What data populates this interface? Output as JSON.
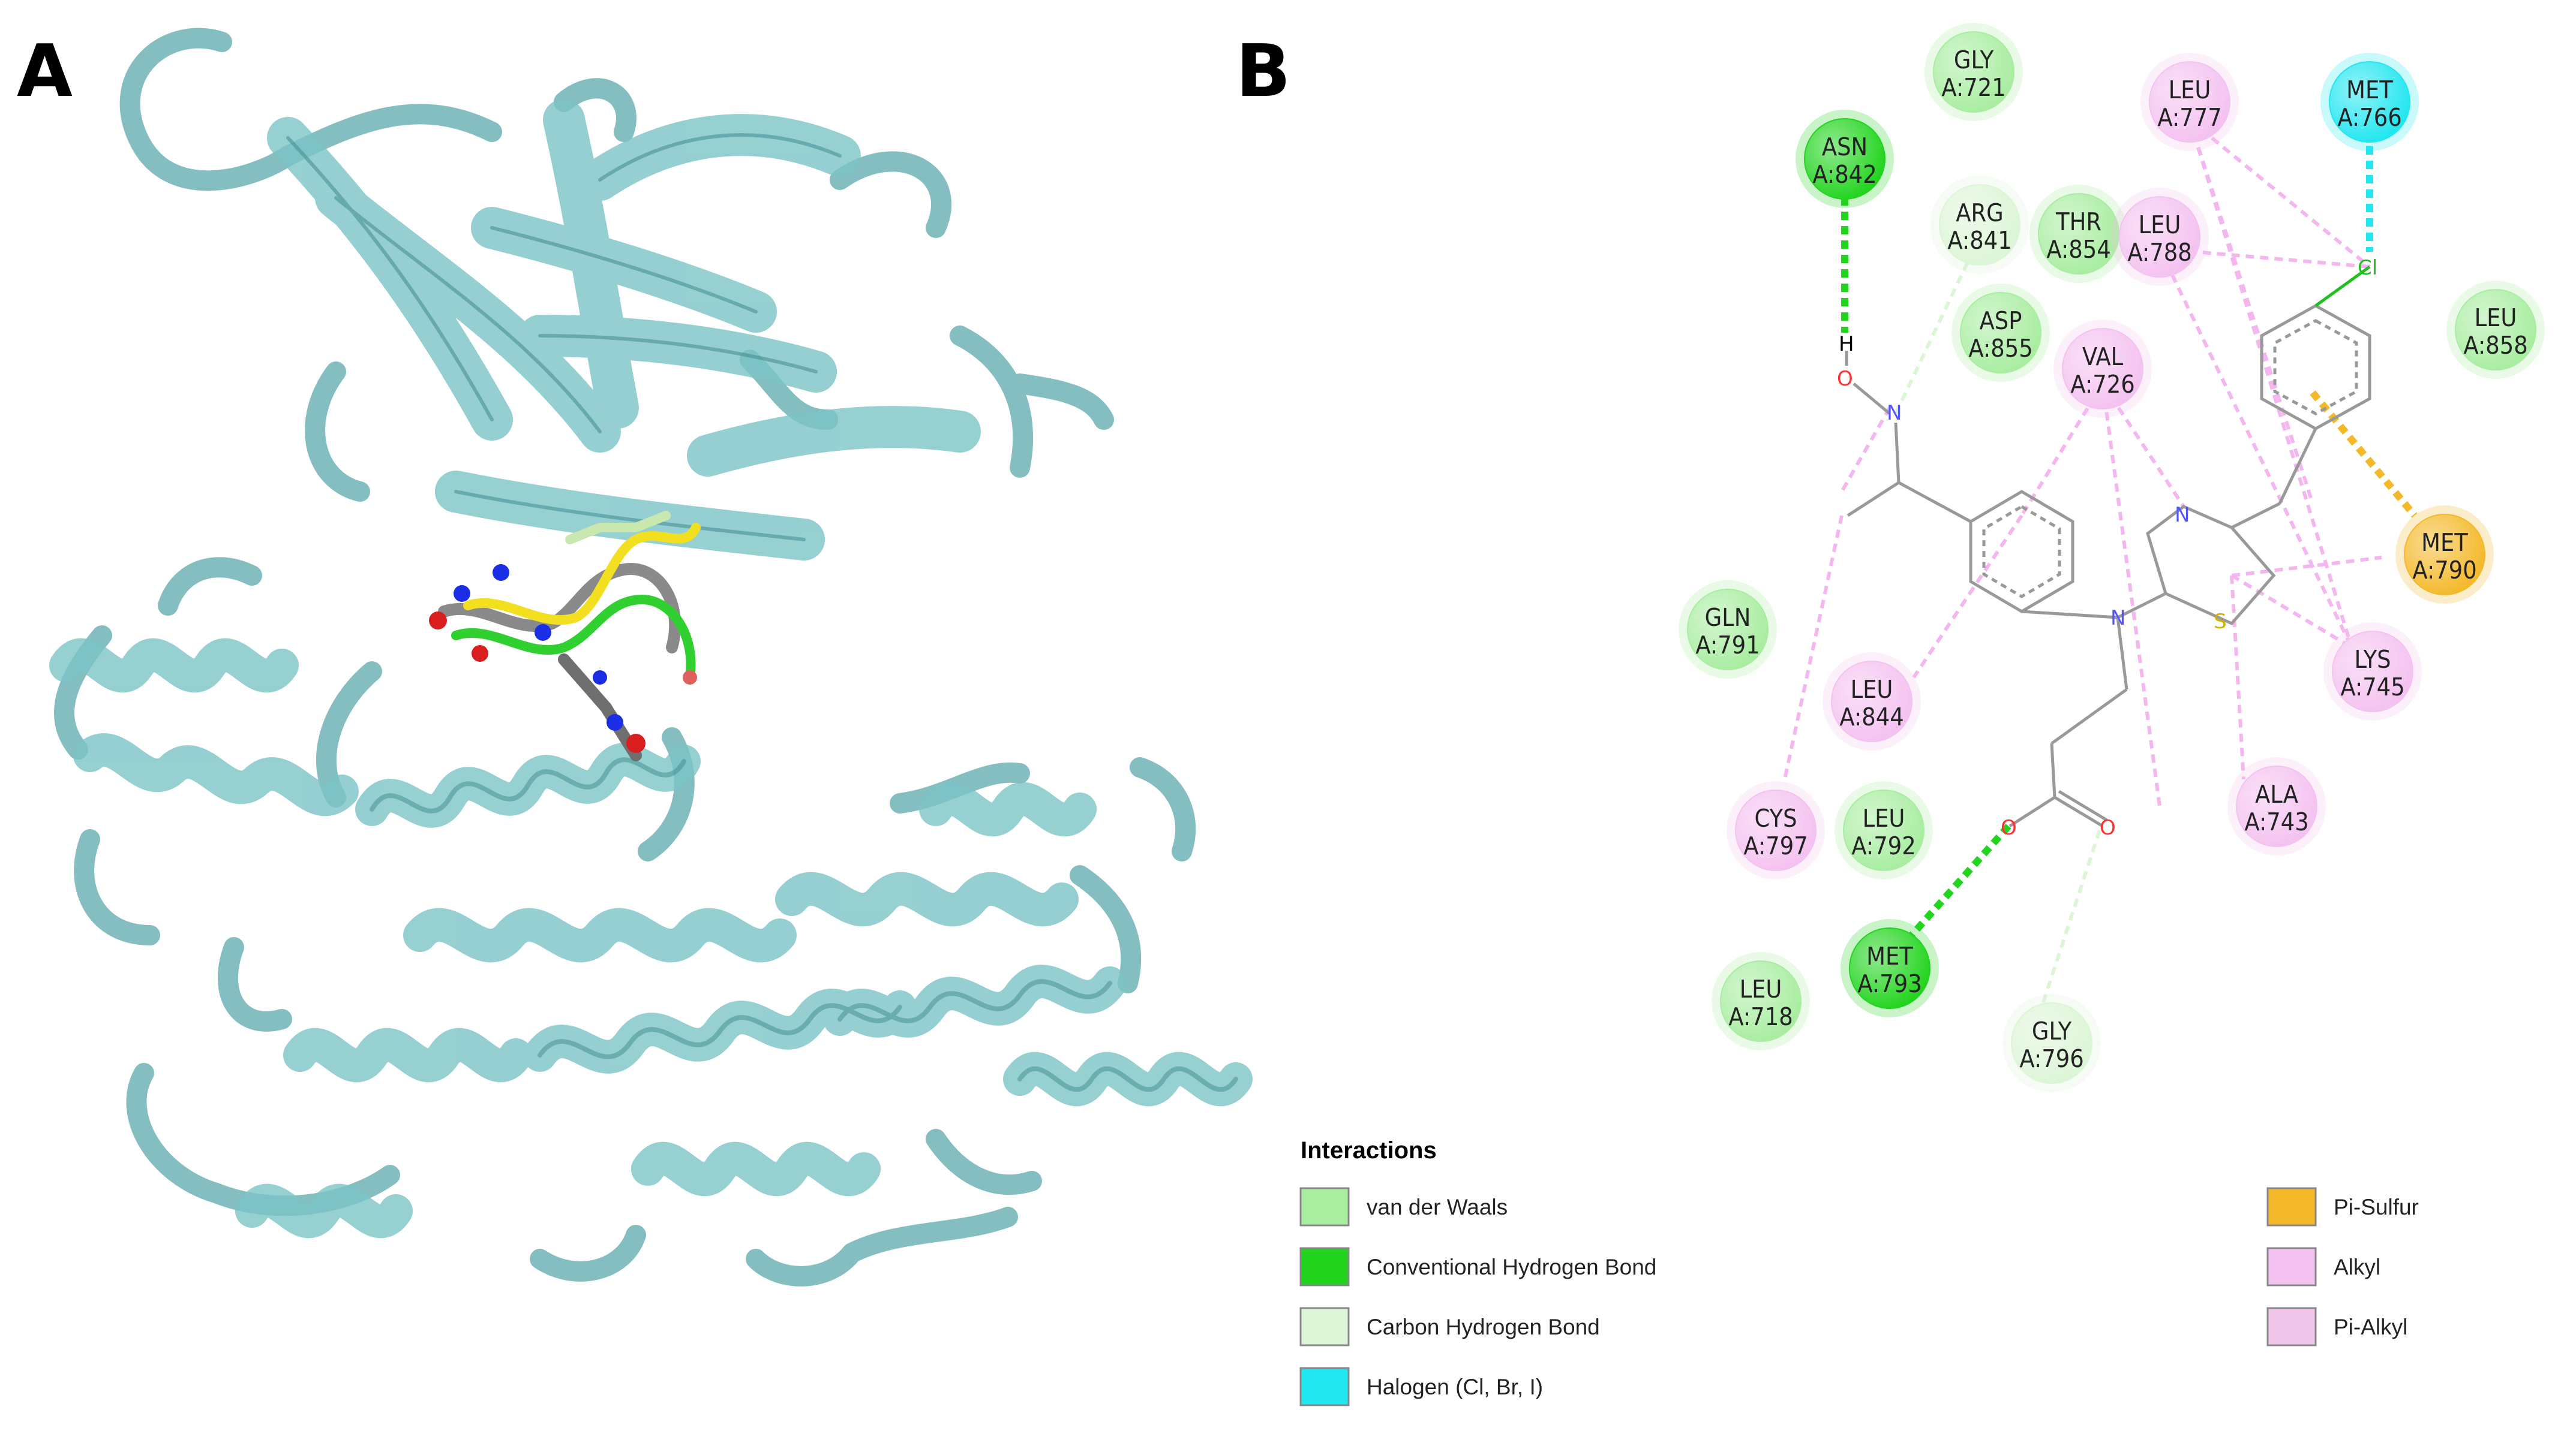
{
  "panels": {
    "a_label": "A",
    "b_label": "B"
  },
  "colors": {
    "protein": "#7cc4c6",
    "protein_dark": "#3f8c90",
    "vdw": "#a8eda0",
    "conv_hbond": "#22d41e",
    "carbon_hbond": "#dcf5d6",
    "halogen": "#22e6f0",
    "pi_sulfur": "#f4b92a",
    "alkyl": "#f4c2f0",
    "pi_alkyl": "#f0c6ea",
    "bond": "#999999",
    "oxygen": "#ff3030",
    "nitrogen": "#5555ff",
    "sulfur": "#d6b000",
    "chlorine": "#20c020"
  },
  "ligand_atoms": {
    "h": "H",
    "o_hydroxyl": "O",
    "n_oxime": "N",
    "n_amine": "N",
    "n_thiazole": "N",
    "s_thiazole": "S",
    "cl": "Cl",
    "o_ether": "O",
    "o_carbonyl": "O"
  },
  "residues": [
    {
      "id": "gly721",
      "name": "GLY",
      "num": "A:721",
      "type": "vdw"
    },
    {
      "id": "asn842",
      "name": "ASN",
      "num": "A:842",
      "type": "conv_hbond"
    },
    {
      "id": "arg841",
      "name": "ARG",
      "num": "A:841",
      "type": "carbon_hbond"
    },
    {
      "id": "thr854",
      "name": "THR",
      "num": "A:854",
      "type": "vdw"
    },
    {
      "id": "leu788",
      "name": "LEU",
      "num": "A:788",
      "type": "alkyl"
    },
    {
      "id": "leu777",
      "name": "LEU",
      "num": "A:777",
      "type": "alkyl"
    },
    {
      "id": "met766",
      "name": "MET",
      "num": "A:766",
      "type": "halogen"
    },
    {
      "id": "asp855",
      "name": "ASP",
      "num": "A:855",
      "type": "vdw"
    },
    {
      "id": "val726",
      "name": "VAL",
      "num": "A:726",
      "type": "alkyl"
    },
    {
      "id": "leu858",
      "name": "LEU",
      "num": "A:858",
      "type": "vdw"
    },
    {
      "id": "met790",
      "name": "MET",
      "num": "A:790",
      "type": "pi_sulfur"
    },
    {
      "id": "gln791",
      "name": "GLN",
      "num": "A:791",
      "type": "vdw"
    },
    {
      "id": "leu844",
      "name": "LEU",
      "num": "A:844",
      "type": "alkyl"
    },
    {
      "id": "lys745",
      "name": "LYS",
      "num": "A:745",
      "type": "alkyl"
    },
    {
      "id": "cys797",
      "name": "CYS",
      "num": "A:797",
      "type": "alkyl"
    },
    {
      "id": "leu792",
      "name": "LEU",
      "num": "A:792",
      "type": "vdw"
    },
    {
      "id": "ala743",
      "name": "ALA",
      "num": "A:743",
      "type": "alkyl"
    },
    {
      "id": "met793",
      "name": "MET",
      "num": "A:793",
      "type": "conv_hbond"
    },
    {
      "id": "leu718",
      "name": "LEU",
      "num": "A:718",
      "type": "vdw"
    },
    {
      "id": "gly796",
      "name": "GLY",
      "num": "A:796",
      "type": "carbon_hbond"
    }
  ],
  "legend": {
    "title": "Interactions",
    "items": [
      {
        "label": "van der Waals",
        "type": "vdw"
      },
      {
        "label": "Conventional Hydrogen Bond",
        "type": "conv_hbond"
      },
      {
        "label": "Carbon Hydrogen Bond",
        "type": "carbon_hbond"
      },
      {
        "label": "Halogen (Cl, Br, I)",
        "type": "halogen"
      },
      {
        "label": "Pi-Sulfur",
        "type": "pi_sulfur"
      },
      {
        "label": "Alkyl",
        "type": "alkyl"
      },
      {
        "label": "Pi-Alkyl",
        "type": "pi_alkyl"
      }
    ]
  }
}
